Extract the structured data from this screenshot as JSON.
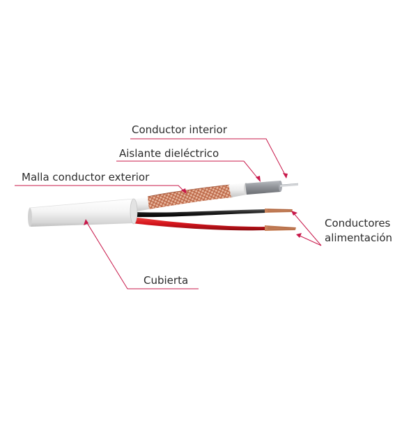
{
  "labels": {
    "conductor_interior": "Conductor interior",
    "aislante_dielectrico": "Aislante dieléctrico",
    "malla_conductor_exterior": "Malla conductor exterior",
    "conductores_alimentacion_line1": "Conductores",
    "conductores_alimentacion_line2": "alimentación",
    "cubierta": "Cubierta"
  },
  "colors": {
    "leader_line": "#c8184a",
    "jacket": "#f2f2f2",
    "braid": "#d98c6a",
    "dielectric": "#8d9095",
    "copper": "#c9825a",
    "red_wire": "#d4141c",
    "black_wire": "#1a1a1a"
  },
  "icons": [
    "coaxial-cable-illustration"
  ]
}
